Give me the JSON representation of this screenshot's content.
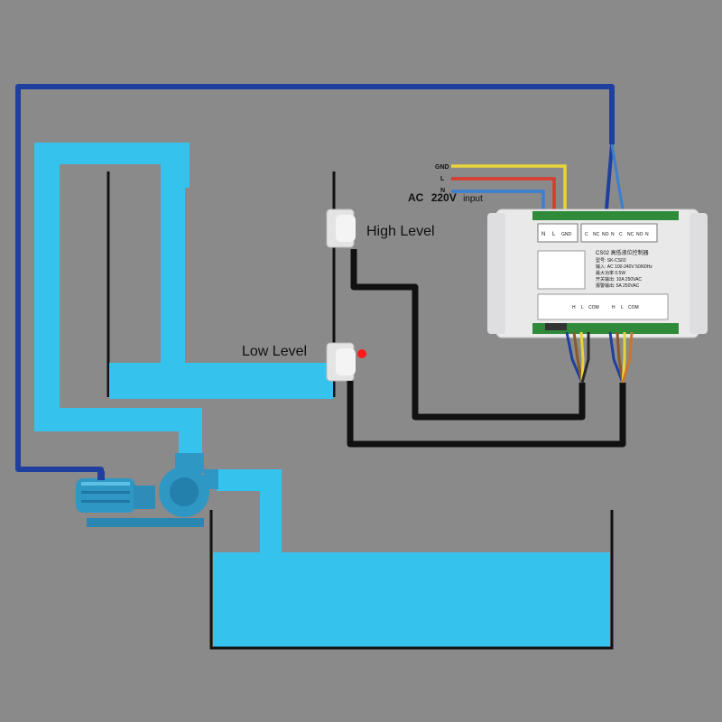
{
  "labels": {
    "high_level": "High Level",
    "low_level": "Low Level",
    "gnd": "GND",
    "l": "L",
    "n": "N",
    "ac_prefix": "AC",
    "ac_voltage": "220V",
    "ac_suffix": "input"
  },
  "controller": {
    "model_title": "CS02 高低液位控制器",
    "model_no": "型号: SK-CS02",
    "power_in": "输入: AC 100-240V 50/60Hz",
    "power": "最大功率 0.5W",
    "output1": "开关输出: 10A 250VAC",
    "output2": "报警输出: 5A 250VAC",
    "left_terms": [
      "N",
      "L",
      "GND"
    ],
    "right_terms": [
      "C",
      "NC",
      "NO",
      "N",
      "C",
      "NC",
      "NO",
      "N"
    ],
    "bottom_terms": [
      "H",
      "L",
      "COM",
      "H",
      "L",
      "COM"
    ]
  },
  "colors": {
    "background": "#8a8a8a",
    "water": "#35c3ee",
    "signal_wire": "#1f3f9e",
    "sensor_wire": "#111111",
    "wire_gnd": "#e8d43a",
    "wire_l": "#d93a2c",
    "wire_n": "#3a7fd0",
    "pump": "#2f97c4",
    "alarm_led": "#ff1a1a"
  },
  "icons": {
    "pump": "pump-icon",
    "sensor": "level-sensor-icon",
    "controller": "controller-module-icon"
  }
}
